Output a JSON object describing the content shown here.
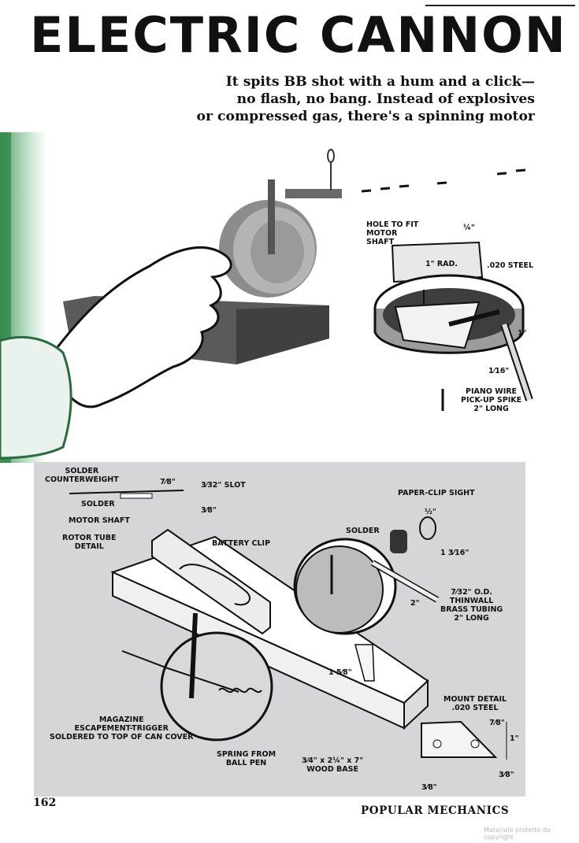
{
  "article": {
    "title": "ELECTRIC CANNON",
    "deck": [
      "It spits BB shot with a hum and a click—",
      "no flash, no bang. Instead of explosives",
      "or compressed gas, there's a spinning motor"
    ]
  },
  "inset_labels": {
    "hole": [
      "HOLE TO FIT",
      "MOTOR",
      "SHAFT"
    ],
    "quarter_inch": "¼\"",
    "radius": "1\" RAD.",
    "steel": ".020 STEEL",
    "one_inch": "1\"",
    "sixteenth": "1⁄16\"",
    "spike": [
      "PIANO WIRE",
      "PICK-UP SPIKE",
      "2\" LONG"
    ]
  },
  "diagram_labels": {
    "counterweight": [
      "SOLDER",
      "COUNTERWEIGHT"
    ],
    "seven_eighths": "7⁄8\"",
    "slot": "3⁄32\" SLOT",
    "solder_left": "SOLDER",
    "three_eighths_left": "3⁄8\"",
    "motor_shaft": "MOTOR SHAFT",
    "rotor_detail": [
      "ROTOR TUBE",
      "DETAIL"
    ],
    "battery_clip": "BATTERY CLIP",
    "sight": "PAPER-CLIP SIGHT",
    "solder_right": "SOLDER",
    "half_inch": "½\"",
    "height": "1 3⁄16\"",
    "two_inch": "2\"",
    "tubing": [
      "7⁄32\" O.D.",
      "THINWALL",
      "BRASS TUBING",
      "2\" LONG"
    ],
    "width": "1 5⁄8\"",
    "magazine": [
      "MAGAZINE",
      "ESCAPEMENT-TRIGGER",
      "SOLDERED TO TOP OF CAN COVER"
    ],
    "spring": [
      "SPRING FROM",
      "BALL PEN"
    ],
    "wood_base": [
      "3⁄4\" x 2¼\" x 7\"",
      "WOOD BASE"
    ],
    "mount": [
      "MOUNT DETAIL",
      ".020 STEEL"
    ],
    "mount_78": "7⁄8\"",
    "mount_1": "1\"",
    "mount_38_side": "3⁄8\"",
    "mount_38_bottom": "3⁄8\""
  },
  "footer": {
    "page_number": "162",
    "magazine": "POPULAR MECHANICS",
    "watermark": "Materiale protetto da copyright"
  }
}
